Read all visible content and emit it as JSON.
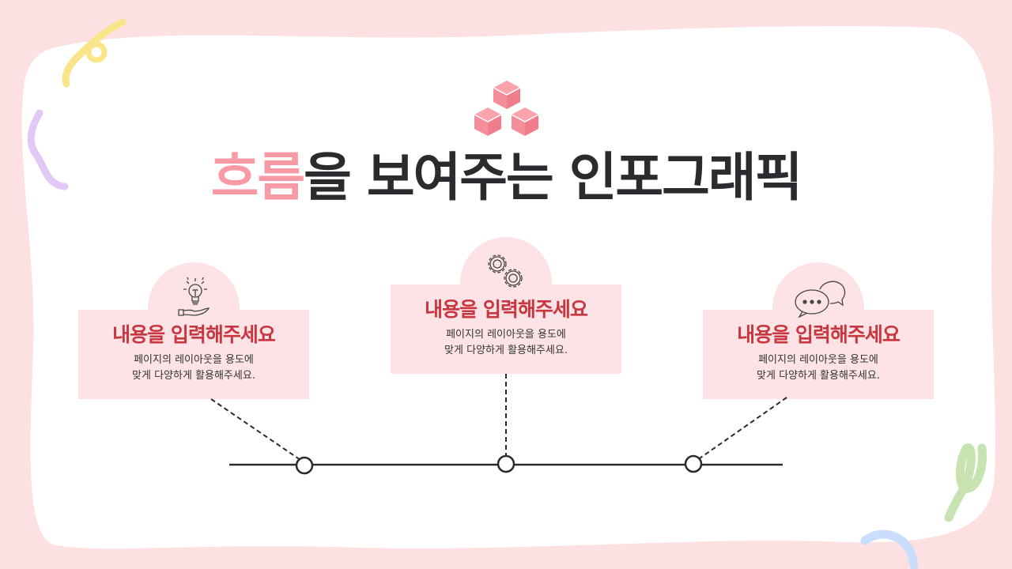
{
  "title": {
    "highlight": "흐름",
    "rest": "을 보여주는 인포그래픽"
  },
  "colors": {
    "background": "#fde0e2",
    "panel": "#ffffff",
    "card": "#fde3e5",
    "accent_pink": "#f79aa5",
    "card_title": "#c8363f",
    "text_dark": "#2b2a2e"
  },
  "cards": [
    {
      "icon": "lightbulb-hand-icon",
      "title": "내용을 입력해주세요",
      "desc_line1": "페이지의 레이아웃을 용도에",
      "desc_line2": "맞게 다양하게 활용해주세요."
    },
    {
      "icon": "gears-icon",
      "title": "내용을 입력해주세요",
      "desc_line1": "페이지의 레이아웃을 용도에",
      "desc_line2": "맞게 다양하게 활용해주세요."
    },
    {
      "icon": "chat-bubbles-icon",
      "title": "내용을 입력해주세요",
      "desc_line1": "페이지의 레이아웃을 용도에",
      "desc_line2": "맞게 다양하게 활용해주세요."
    }
  ],
  "timeline": {
    "nodes": 3
  }
}
